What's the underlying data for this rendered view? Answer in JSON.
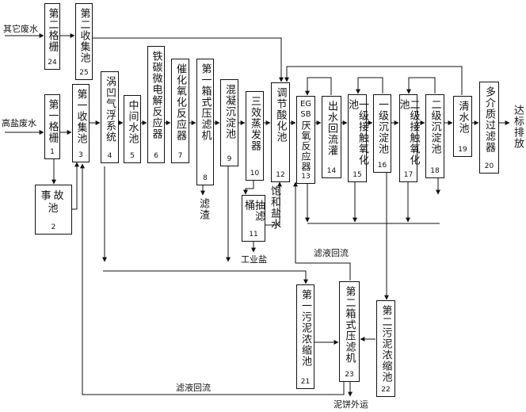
{
  "units": {
    "u1": {
      "name": "第一格栅",
      "id": "1"
    },
    "u2": {
      "name": "事故池",
      "id": "2"
    },
    "u3": {
      "name": "第一收集池",
      "id": "3"
    },
    "u4": {
      "name": "涡凹气浮系统",
      "id": "4"
    },
    "u5": {
      "name": "中间水池",
      "id": "5"
    },
    "u6": {
      "name": "铁碳微电解反应器",
      "id": "6"
    },
    "u7": {
      "name": "催化氧化反应器",
      "id": "7"
    },
    "u8": {
      "name": "第一箱式压滤机",
      "id": "8"
    },
    "u9": {
      "name": "混凝沉淀池",
      "id": "9"
    },
    "u10": {
      "name": "三效蒸发器",
      "id": "10"
    },
    "u11": {
      "name": "抽滤桶",
      "id": "11"
    },
    "u12": {
      "name": "调节酸化池",
      "id": "12"
    },
    "u13": {
      "name_top": "EG",
      "name_mid": "SB",
      "name_rest": "厌氧反应器",
      "id": "13"
    },
    "u14": {
      "name": "出水回流灌",
      "id": "14"
    },
    "u15": {
      "name": "一级接触氧化池",
      "id": "15"
    },
    "u16": {
      "name": "一级沉淀池",
      "id": "16"
    },
    "u17": {
      "name": "二级接触氧化池",
      "id": "17"
    },
    "u18": {
      "name": "二级沉淀池",
      "id": "18"
    },
    "u19": {
      "name": "清水池",
      "id": "19"
    },
    "u20": {
      "name": "多介质过滤器",
      "id": "20"
    },
    "u21": {
      "name": "第一污泥浓缩池",
      "id": "21"
    },
    "u22": {
      "name": "第二污泥浓缩池",
      "id": "22"
    },
    "u23": {
      "name": "第二箱式压滤机",
      "id": "23"
    },
    "u24": {
      "name": "第二格栅",
      "id": "24"
    },
    "u25": {
      "name": "第二收集池",
      "id": "25"
    }
  },
  "labels": {
    "other_wastewater": "其它废水",
    "salty_wastewater": "高盐废水",
    "filter_residue": "滤渣",
    "saturated_brine": "饱和盐水",
    "industrial_salt": "工业盐",
    "filtrate_return_upper": "滤液回流",
    "filtrate_return_lower": "滤液回流",
    "sludge_out": "泥饼外运",
    "discharge": "达标排放"
  },
  "colors": {
    "line": "#111111",
    "background": "#ffffff"
  }
}
